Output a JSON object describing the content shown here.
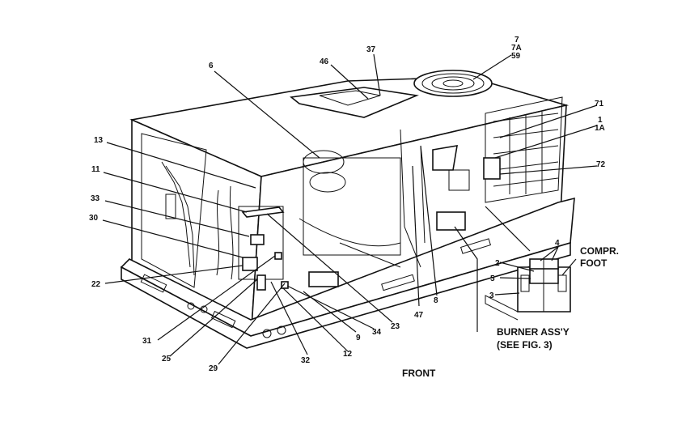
{
  "diagram": {
    "callouts": {
      "c1": "1",
      "c1a": "1A",
      "c3": "3",
      "c4": "4",
      "c5": "5",
      "c6": "6",
      "c7": "7",
      "c7a": "7A",
      "c59": "59",
      "c8": "8",
      "c9": "9",
      "c11": "11",
      "c12": "12",
      "c13": "13",
      "c22": "22",
      "c23": "23",
      "c25": "25",
      "c29": "29",
      "c30": "30",
      "c31": "31",
      "c32": "32",
      "c33": "33",
      "c34": "34",
      "c37": "37",
      "c46": "46",
      "c47": "47",
      "c71": "71",
      "c72": "72"
    },
    "captions": {
      "compr_foot_1": "COMPR.",
      "compr_foot_2": "FOOT",
      "burner_1": "BURNER ASS'Y",
      "burner_2": "(SEE FIG. 3)",
      "front": "FRONT"
    }
  }
}
